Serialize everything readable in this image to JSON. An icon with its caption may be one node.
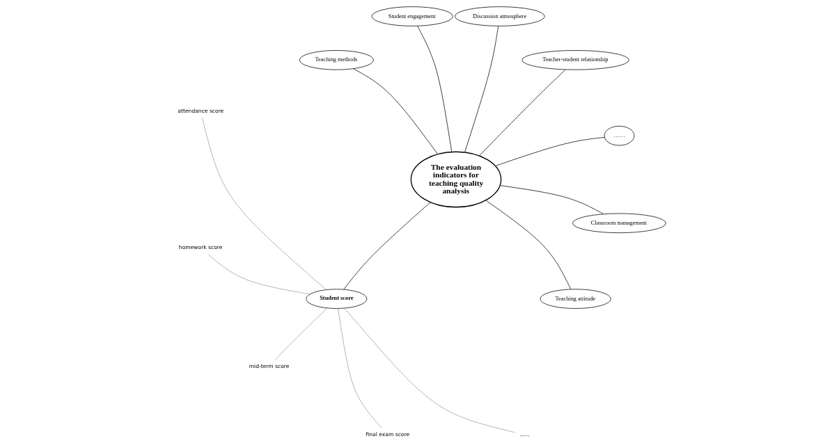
{
  "diagram": {
    "nodes": [
      {
        "text": [
          "The evaluation indicators for teaching quality analysis"
        ]
      },
      {
        "text": [
          "……"
        ]
      },
      {
        "text": [
          "Teacher-student relationship"
        ]
      },
      {
        "text": [
          "Discussion atmosphere"
        ]
      },
      {
        "text": [
          "Student engagement"
        ]
      },
      {
        "text": [
          "Teaching methods"
        ]
      },
      {
        "text": [
          "Student score"
        ]
      },
      {
        "text": [
          "Teaching attitude"
        ]
      },
      {
        "text": [
          "Classroom management"
        ]
      },
      {
        "text": [
          "attendance score"
        ]
      },
      {
        "text": [
          "homework score"
        ]
      },
      {
        "text": [
          "mid-term score"
        ]
      },
      {
        "text": [
          "final exam score"
        ]
      },
      {
        "text": [
          "......"
        ]
      }
    ],
    "edges": [
      {
        "from": 0,
        "to": 1,
        "arrow": "none"
      },
      {
        "from": 0,
        "to": 2,
        "arrow": "none"
      },
      {
        "from": 0,
        "to": 3,
        "arrow": "none"
      },
      {
        "from": 0,
        "to": 4,
        "arrow": "none"
      },
      {
        "from": 0,
        "to": 5,
        "arrow": "none"
      },
      {
        "from": 0,
        "to": 6,
        "arrow": "none"
      },
      {
        "from": 0,
        "to": 7,
        "arrow": "none"
      },
      {
        "from": 0,
        "to": 8,
        "arrow": "none"
      },
      {
        "from": 6,
        "to": 9,
        "arrow": "none",
        "color": "#707070"
      },
      {
        "from": 6,
        "to": 10,
        "arrow": "none",
        "color": "#707070"
      },
      {
        "from": 6,
        "to": 11,
        "arrow": "none",
        "color": "#707070"
      },
      {
        "from": 6,
        "to": 12,
        "arrow": "none",
        "color": "#707070"
      },
      {
        "from": 6,
        "to": 13,
        "arrow": "none",
        "color": "#707070"
      }
    ]
  }
}
